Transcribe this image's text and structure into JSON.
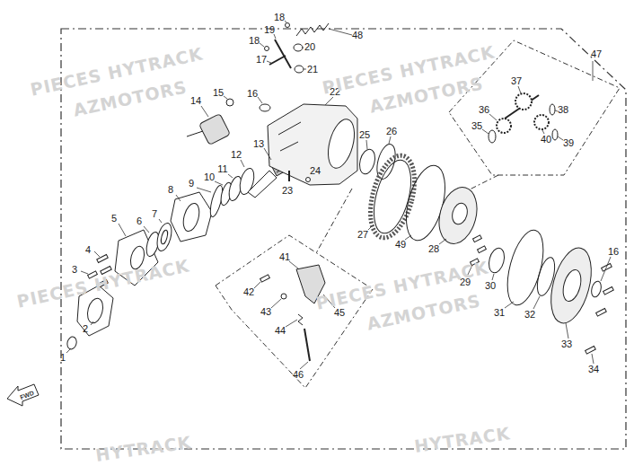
{
  "diagram": {
    "labels": [
      "1",
      "2",
      "3",
      "4",
      "5",
      "6",
      "7",
      "8",
      "9",
      "10",
      "11",
      "12",
      "13",
      "14",
      "15",
      "16",
      "17",
      "18",
      "18",
      "19",
      "20",
      "21",
      "22",
      "23",
      "24",
      "25",
      "26",
      "27",
      "28",
      "29",
      "30",
      "31",
      "32",
      "33",
      "34",
      "16",
      "35",
      "36",
      "37",
      "38",
      "39",
      "40",
      "41",
      "42",
      "43",
      "44",
      "45",
      "46",
      "47",
      "48",
      "49",
      "PIECES HYTRACK",
      "AZMOTORS",
      "PIECES HYTRACK",
      "AZMOTORS",
      "PIECES HYTRACK",
      "AZMOTORS",
      "PIECES HYTRACK",
      "HYTRACK",
      "HYTRACK",
      "FWD"
    ]
  }
}
